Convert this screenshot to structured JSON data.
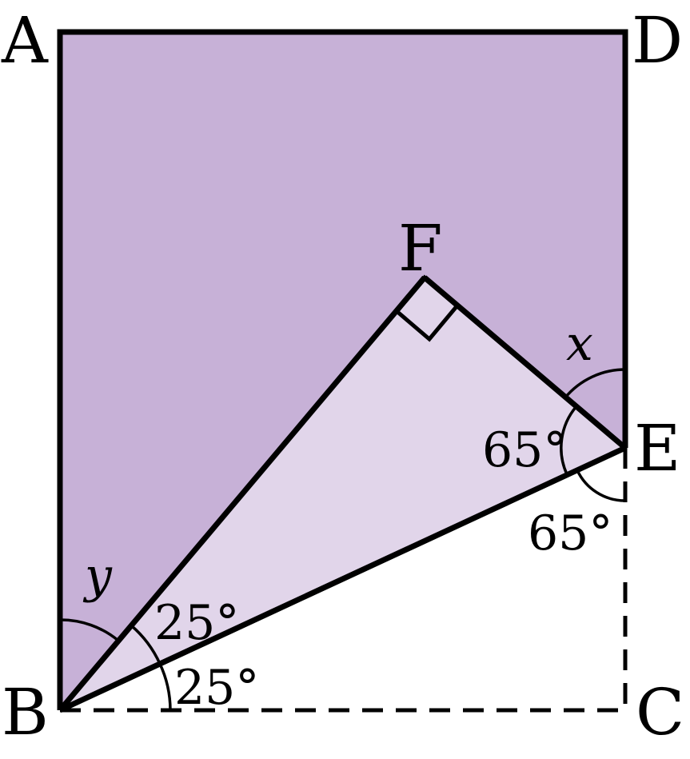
{
  "diagram": {
    "vertices": {
      "A": "A",
      "B": "B",
      "C": "C",
      "D": "D",
      "E": "E",
      "F": "F"
    },
    "angles": {
      "x": "x",
      "y": "y",
      "angle_FEB": "65°",
      "angle_BEC": "65°",
      "angle_FBE": "25°",
      "angle_EBC": "25°"
    },
    "colors": {
      "dark_fill": "#c7b1d7",
      "light_fill": "#e1d5ea",
      "stroke": "#000000"
    }
  }
}
